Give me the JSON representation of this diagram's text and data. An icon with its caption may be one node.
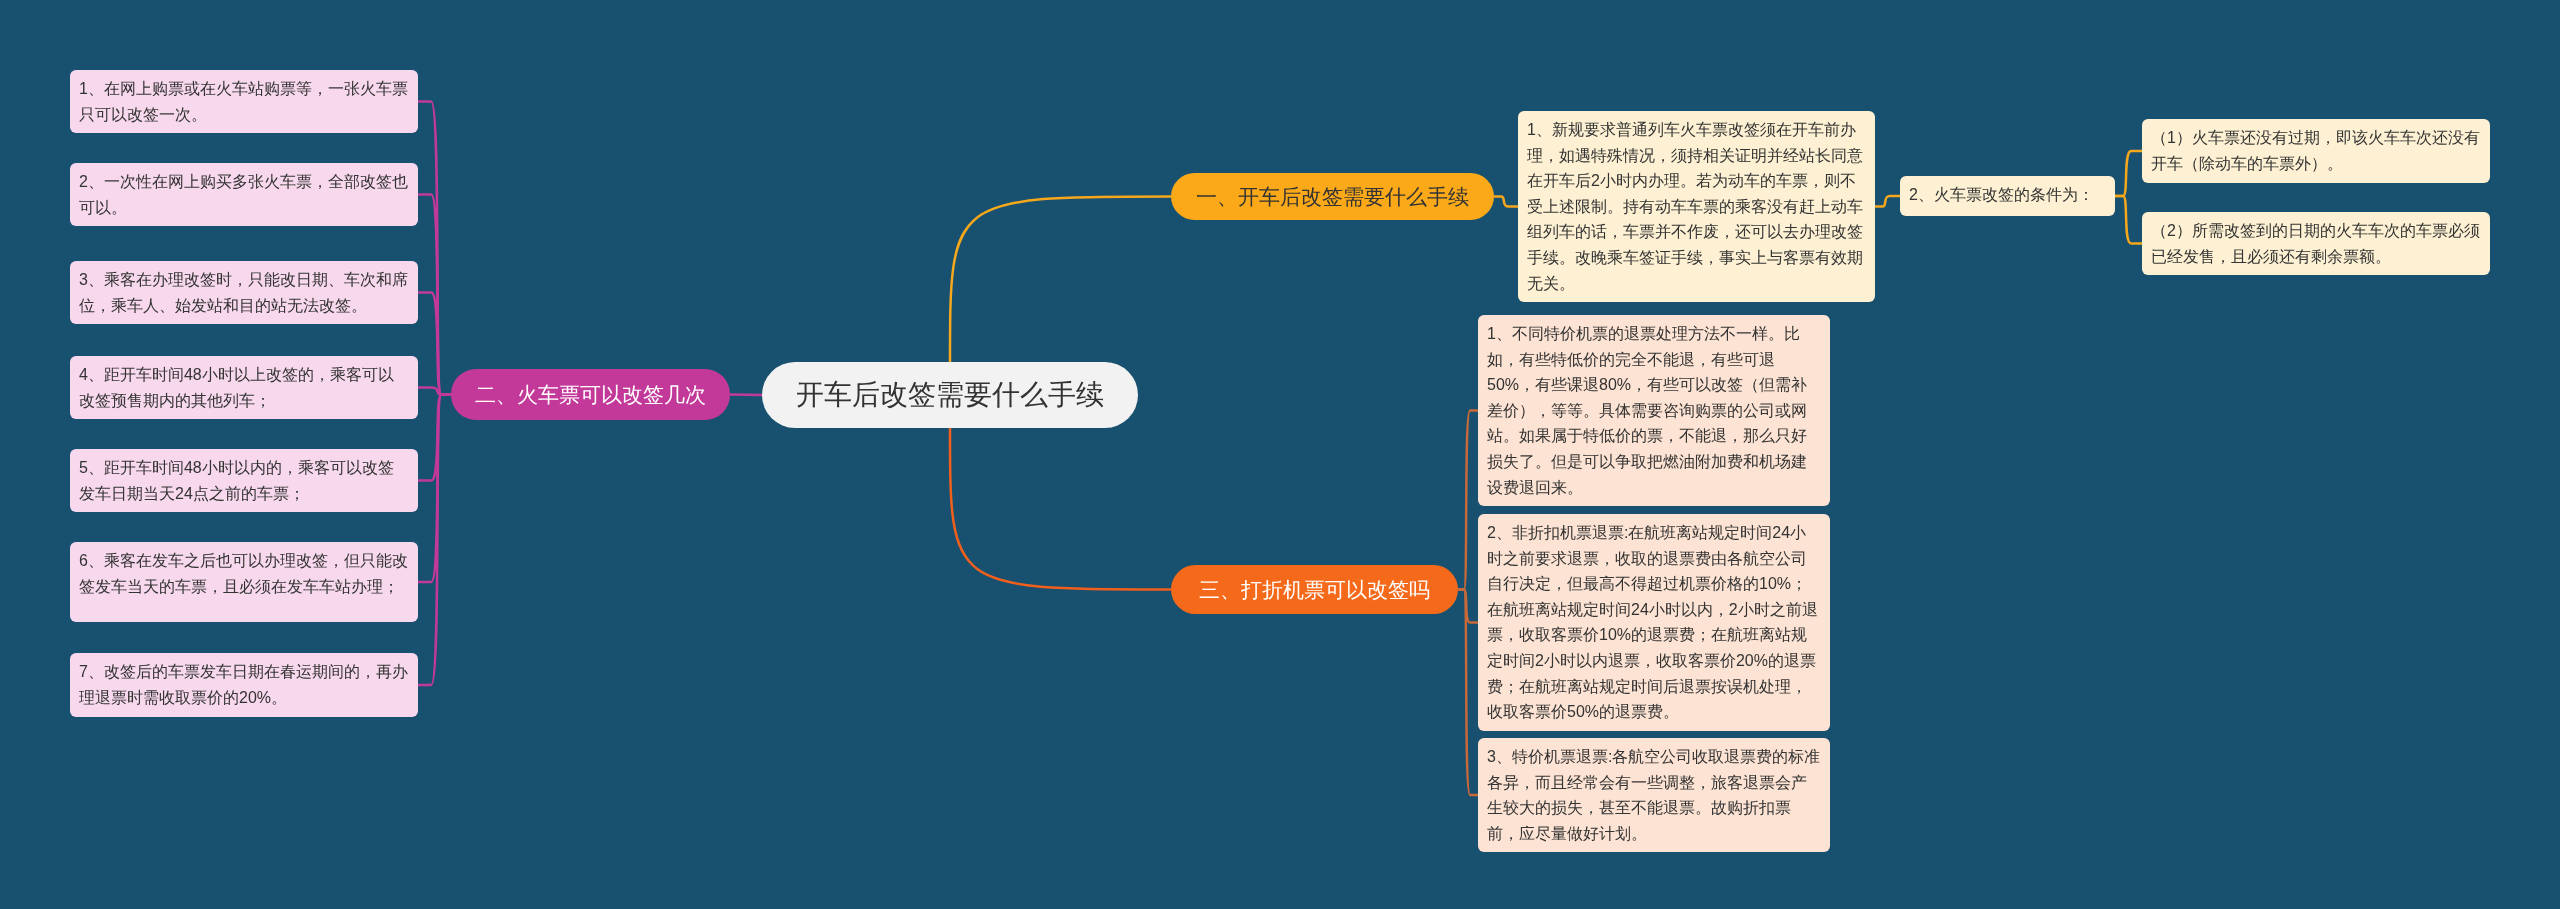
{
  "diagram": {
    "nodes": [
      {
        "text": [
          "开车后改签需要什么手续"
        ]
      },
      {
        "text": [
          "一、开车后改签需要什么手续"
        ]
      },
      {
        "text": [
          "1、新规要求普通列车火车票改签须在开车前办理，如遇特殊情况，须持相关证明并经站长同意在开车后2小时内办理。若为动车的车票，则不受上述限制。持有动车车票的乘客没有赶上动车组列车的话，车票并不作废，还可以去办理改签手续。改晚乘车签证手续，事实上与客票有效期无关。"
        ]
      },
      {
        "text": [
          "2、火车票改签的条件为："
        ]
      },
      {
        "text": [
          "（1）火车票还没有过期，即该火车车次还没有开车（除动车的车票外）。"
        ]
      },
      {
        "text": [
          "（2）所需改签到的日期的火车车次的车票必须已经发售，且必须还有剩余票额。"
        ]
      },
      {
        "text": [
          "二、火车票可以改签几次"
        ]
      },
      {
        "text": [
          "1、在网上购票或在火车站购票等，一张火车票只可以改签一次。"
        ]
      },
      {
        "text": [
          "2、一次性在网上购买多张火车票，全部改签也可以。"
        ]
      },
      {
        "text": [
          "3、乘客在办理改签时，只能改日期、车次和席位，乘车人、始发站和目的站无法改签。"
        ]
      },
      {
        "text": [
          "4、距开车时间48小时以上改签的，乘客可以改签预售期内的其他列车；"
        ]
      },
      {
        "text": [
          "5、距开车时间48小时以内的，乘客可以改签发车日期当天24点之前的车票；"
        ]
      },
      {
        "text": [
          "6、乘客在发车之后也可以办理改签，但只能改签发车当天的车票，且必须在发车车站办理；"
        ]
      },
      {
        "text": [
          "7、改签后的车票发车日期在春运期间的，再办理退票时需收取票价的20%。"
        ]
      },
      {
        "text": [
          "三、打折机票可以改签吗"
        ]
      },
      {
        "text": [
          "1、不同特价机票的退票处理方法不一样。比如，有些特低价的完全不能退，有些可退50%，有些课退80%，有些可以改签（但需补差价），等等。具体需要咨询购票的公司或网站。如果属于特低价的票，不能退，那么只好损失了。但是可以争取把燃油附加费和机场建设费退回来。"
        ]
      },
      {
        "text": [
          "2、非折扣机票退票:在航班离站规定时间24小时之前要求退票，收取的退票费由各航空公司自行决定，但最高不得超过机票价格的10%；在航班离站规定时间24小时以内，2小时之前退票，收取客票价10%的退票费；在航班离站规定时间2小时以内退票，收取客票价20%的退票费；在航班离站规定时间后退票按误机处理，收取客票价50%的退票费。"
        ]
      },
      {
        "text": [
          "3、特价机票退票:各航空公司收取退票费的标准各异，而且经常会有一些调整，旅客退票会产生较大的损失，甚至不能退票。故购折扣票前，应尽量做好计划。"
        ]
      }
    ],
    "edges": [
      {
        "from": 0,
        "to": 1,
        "arrow": "none",
        "color": "#f5a81c"
      },
      {
        "from": 1,
        "to": 2,
        "arrow": "none",
        "color": "#f5a81c"
      },
      {
        "from": 2,
        "to": 3,
        "arrow": "none",
        "color": "#f5a81c"
      },
      {
        "from": 3,
        "to": 4,
        "arrow": "none",
        "color": "#f5a81c"
      },
      {
        "from": 3,
        "to": 5,
        "arrow": "none",
        "color": "#f5a81c"
      },
      {
        "from": 0,
        "to": 6,
        "arrow": "none",
        "color": "#c2399a"
      },
      {
        "from": 6,
        "to": 7,
        "arrow": "none",
        "color": "#c2399a"
      },
      {
        "from": 6,
        "to": 8,
        "arrow": "none",
        "color": "#c2399a"
      },
      {
        "from": 6,
        "to": 9,
        "arrow": "none",
        "color": "#c2399a"
      },
      {
        "from": 6,
        "to": 10,
        "arrow": "none",
        "color": "#c2399a"
      },
      {
        "from": 6,
        "to": 11,
        "arrow": "none",
        "color": "#c2399a"
      },
      {
        "from": 6,
        "to": 12,
        "arrow": "none",
        "color": "#c2399a"
      },
      {
        "from": 6,
        "to": 13,
        "arrow": "none",
        "color": "#c2399a"
      },
      {
        "from": 0,
        "to": 14,
        "arrow": "none",
        "color": "#f0601c"
      },
      {
        "from": 14,
        "to": 15,
        "arrow": "none",
        "color": "#c8693a"
      },
      {
        "from": 14,
        "to": 16,
        "arrow": "none",
        "color": "#c8693a"
      },
      {
        "from": 14,
        "to": 17,
        "arrow": "none",
        "color": "#c8693a"
      }
    ]
  }
}
